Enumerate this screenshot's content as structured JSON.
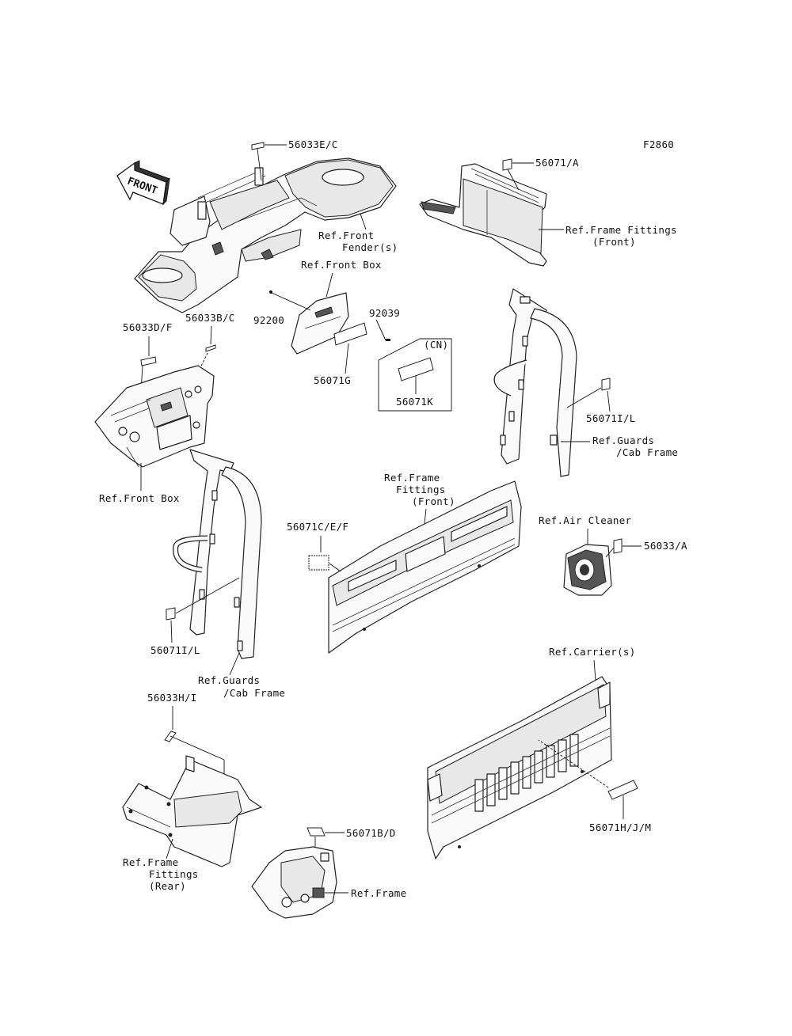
{
  "figure_id": "F2860",
  "front_arrow": "FRONT",
  "labels": {
    "l_56033E_C": "56033E/C",
    "l_56071_A": "56071/A",
    "l_ref_front_fender_1": "Ref.Front",
    "l_ref_front_fender_2": "Fender(s)",
    "l_ref_frame_fittings_front_a1": "Ref.Frame Fittings",
    "l_ref_frame_fittings_front_a2": "(Front)",
    "l_ref_front_box_top": "Ref.Front Box",
    "l_92200": "92200",
    "l_92039": "92039",
    "l_cn": "(CN)",
    "l_56071G": "56071G",
    "l_56071K": "56071K",
    "l_56033D_F": "56033D/F",
    "l_56033B_C": "56033B/C",
    "l_ref_front_box_left": "Ref.Front Box",
    "l_56071I_L_right": "56071I/L",
    "l_ref_guards_right_1": "Ref.Guards",
    "l_ref_guards_right_2": "/Cab Frame",
    "l_ref_frame_fittings_front_b1": "Ref.Frame",
    "l_ref_frame_fittings_front_b2": "Fittings",
    "l_ref_frame_fittings_front_b3": "(Front)",
    "l_56071C_E_F": "56071C/E/F",
    "l_ref_air_cleaner": "Ref.Air Cleaner",
    "l_56033_A": "56033/A",
    "l_56071I_L_left": "56071I/L",
    "l_ref_guards_left_1": "Ref.Guards",
    "l_ref_guards_left_2": "/Cab Frame",
    "l_ref_carriers": "Ref.Carrier(s)",
    "l_56033H_I": "56033H/I",
    "l_56071H_J_M": "56071H/J/M",
    "l_56071B_D": "56071B/D",
    "l_ref_frame_fittings_rear_1": "Ref.Frame",
    "l_ref_frame_fittings_rear_2": "Fittings",
    "l_ref_frame_fittings_rear_3": "(Rear)",
    "l_ref_frame": "Ref.Frame"
  }
}
